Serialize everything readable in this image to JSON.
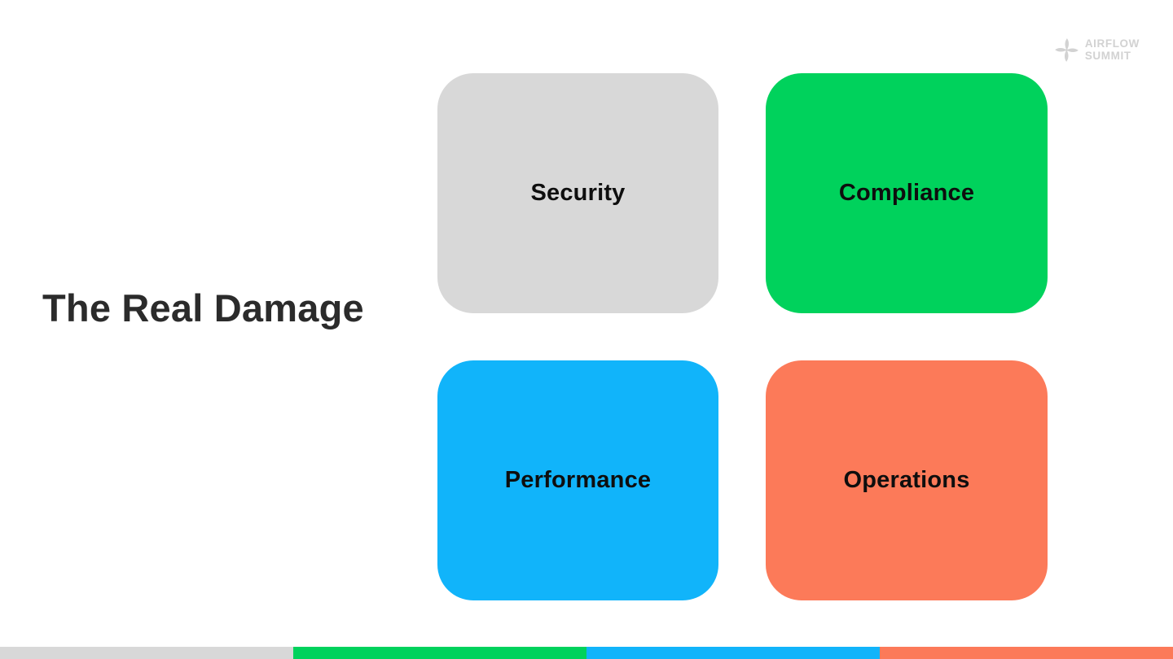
{
  "slide_title": "The Real Damage",
  "logo": {
    "icon": "pinwheel-icon",
    "line1": "AIRFLOW",
    "line2": "SUMMIT"
  },
  "cards": [
    {
      "id": "security",
      "label": "Security",
      "color": "#d8d8d8"
    },
    {
      "id": "compliance",
      "label": "Compliance",
      "color": "#00d25c"
    },
    {
      "id": "performance",
      "label": "Performance",
      "color": "#11b4fa"
    },
    {
      "id": "operations",
      "label": "Operations",
      "color": "#fc7a59"
    }
  ],
  "footer": {
    "segment_colors": [
      "#d8d8d8",
      "#00d25c",
      "#11b4fa",
      "#fc7a59"
    ]
  },
  "theme": {
    "background": "#ffffff",
    "title_color": "#2b2b2b",
    "card_text_color": "#0e0e0e",
    "logo_color": "#d2d2d2"
  }
}
